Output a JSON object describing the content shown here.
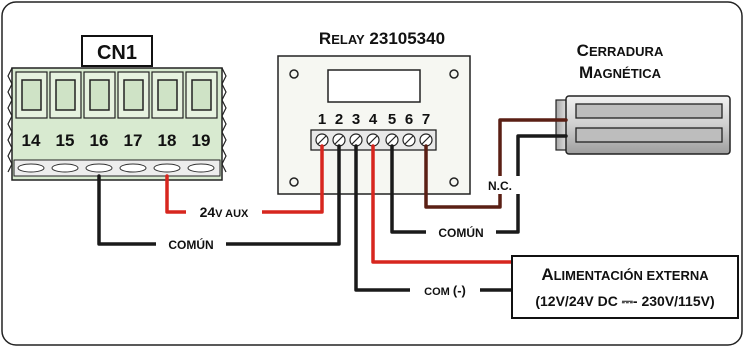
{
  "cn1": {
    "label": "CN1",
    "terminals": [
      "14",
      "15",
      "16",
      "17",
      "18",
      "19"
    ]
  },
  "relay": {
    "title_big": "R",
    "title_small": "ELAY",
    "title_code": " 23105340",
    "pins": [
      "1",
      "2",
      "3",
      "4",
      "5",
      "6",
      "7"
    ]
  },
  "lock": {
    "line1_big": "C",
    "line1_small": "ERRADURA",
    "line2_big": "M",
    "line2_small": "AGNÉTICA"
  },
  "labels": {
    "aux_num": "24",
    "aux_text": "V AUX",
    "comun_left": "COMÚN",
    "comun_right": "COMÚN",
    "nc": "N.C.",
    "com_neg_text": "COM ",
    "com_neg_sign": "(-)"
  },
  "power": {
    "line1_big": "A",
    "line1_small": "LIMENTACIÓN EXTERNA",
    "line2": "(12V/24V DC ⎓- 230V/115V)"
  },
  "colors": {
    "red_wire": "#d7261e",
    "brown_wire": "#5a1f14",
    "black_wire": "#1a1a1a",
    "terminal_green": "#cfe6c6",
    "lock_body": "#d9d9d9",
    "relay_body": "#f6f7f2"
  }
}
